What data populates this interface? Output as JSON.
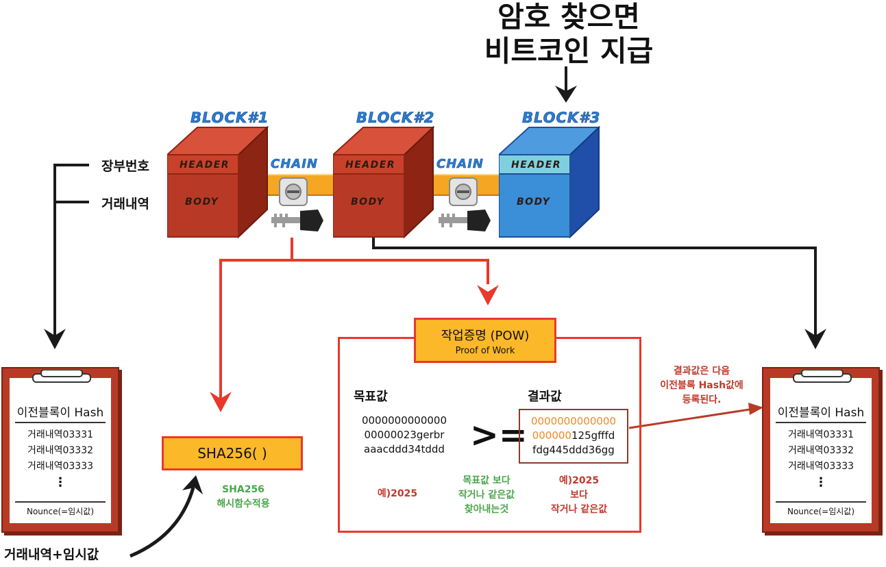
{
  "title": {
    "line1": "암호 찾으면",
    "line2": "비트코인 지급"
  },
  "blocks": [
    {
      "label": "BLOCK#1",
      "header": "HEADER",
      "body": "BODY"
    },
    {
      "label": "BLOCK#2",
      "header": "HEADER",
      "body": "BODY"
    },
    {
      "label": "BLOCK#3",
      "header": "HEADER",
      "body": "BODY"
    }
  ],
  "chains": [
    {
      "label": "CHAIN"
    },
    {
      "label": "CHAIN"
    }
  ],
  "side_labels": {
    "header": "장부번호",
    "body": "거래내역"
  },
  "pow": {
    "title": "작업증명 (POW)",
    "subtitle": "Proof of Work",
    "target_label": "목표값",
    "target_lines": [
      "0000000000000",
      "00000023gerbr",
      "aaacddd34tddd"
    ],
    "operator": ">=",
    "result_label": "결과값",
    "result_line1": "0000000000000",
    "result_line2_zeros": "000000",
    "result_line2_rest": "125gfffd",
    "result_line3": "fdg445ddd36gg",
    "example_left": "예)2025",
    "note_middle": [
      "목표값 보다",
      "작거나 같은값",
      "찾아내는것"
    ],
    "note_right": [
      "예)2025",
      "보다",
      "작거나 같은값"
    ]
  },
  "sha": {
    "label": "SHA256( )",
    "note": [
      "SHA256",
      "해시함수적용"
    ]
  },
  "result_note": [
    "결과값은 다음",
    "이전블록 Hash값에",
    "등록된다."
  ],
  "input_label": "거래내역+임시값",
  "clipboards": [
    {
      "head": "이전블록이 Hash",
      "rows": [
        "거래내역03331",
        "거래내역03332",
        "거래내역03333"
      ],
      "ellipsis": "⋮",
      "foot": "Nounce(=임시값)"
    },
    {
      "head": "이전블록이 Hash",
      "rows": [
        "거래내역03331",
        "거래내역03332",
        "거래내역03333"
      ],
      "ellipsis": "⋮",
      "foot": "Nounce(=임시값)"
    }
  ],
  "colors": {
    "block_red": "#b83a26",
    "block_blue": "#3b8ed8",
    "chain_orange": "#f5a623",
    "accent_red": "#e8392b",
    "green": "#4aa64a",
    "zero_orange": "#f08a24",
    "pow_fill": "#fbb829"
  }
}
